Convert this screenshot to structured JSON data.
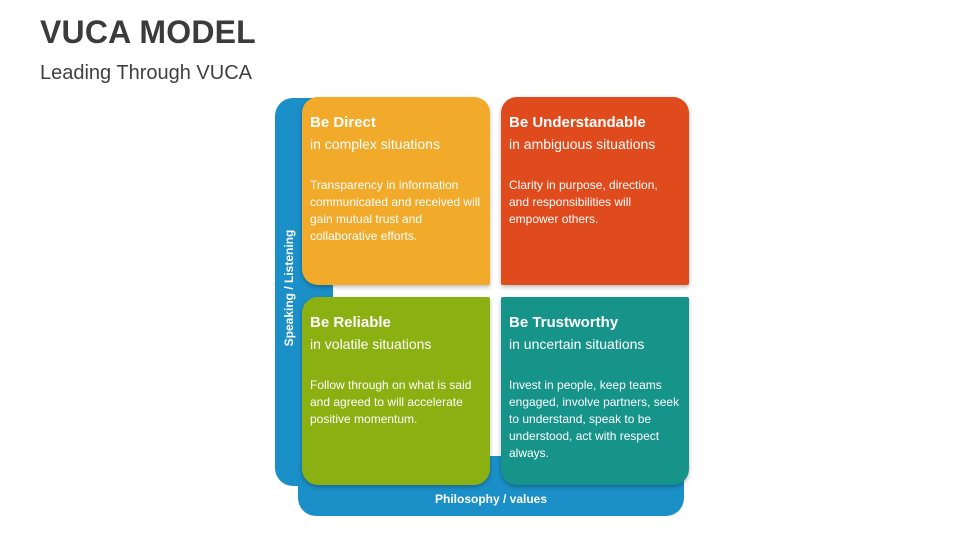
{
  "header": {
    "title": "VUCA MODEL",
    "subtitle": "Leading Through VUCA"
  },
  "axes": {
    "vertical_label": "Speaking / Listening",
    "horizontal_label": "Philosophy / values"
  },
  "quadrants": [
    {
      "title": "Be Direct",
      "subtitle": "in complex situations",
      "body": "Transparency in information communicated and received will gain mutual trust and collaborative efforts.",
      "color": "#f2aa2a"
    },
    {
      "title": "Be Understandable",
      "subtitle": "in ambiguous situations",
      "body": "Clarity in purpose, direction, and responsibilities will empower others.",
      "color": "#df4b1d"
    },
    {
      "title": "Be Reliable",
      "subtitle": "in volatile situations",
      "body": "Follow through on what is said and agreed to will accelerate positive momentum.",
      "color": "#8bb011"
    },
    {
      "title": "Be Trustworthy",
      "subtitle": "in uncertain situations",
      "body": "Invest in people, keep teams engaged, involve partners, seek to understand, speak to be understood, act with respect always.",
      "color": "#16948a"
    }
  ],
  "colors": {
    "frame": "#1b8fc7",
    "title_text": "#3b3b3b"
  }
}
